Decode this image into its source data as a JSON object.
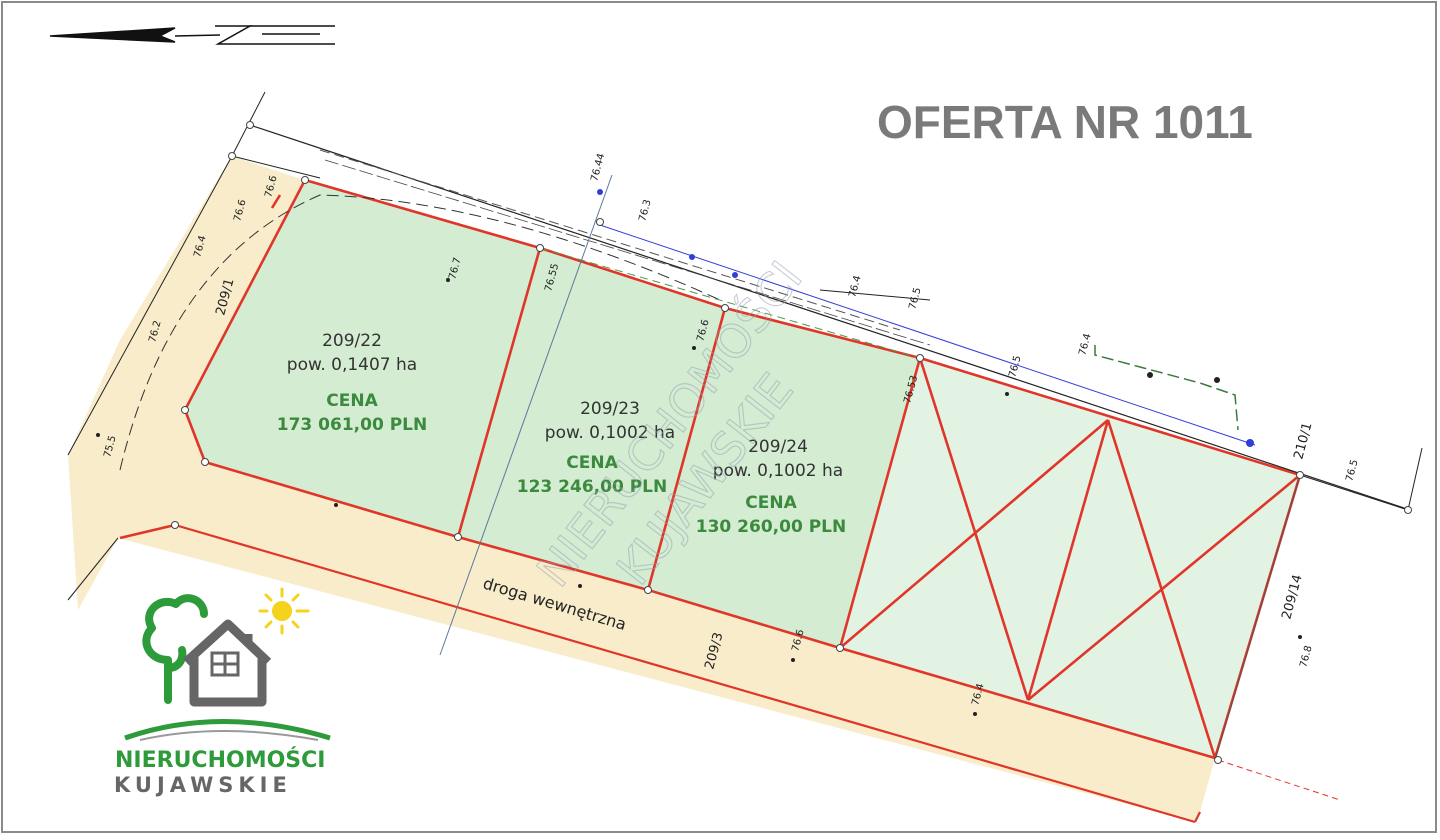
{
  "offer": {
    "title": "OFERTA NR 1011"
  },
  "colors": {
    "plot_fill": "#d3ecd2",
    "plot_fill_light": "#e3f3e3",
    "road_fill": "#f8eccb",
    "boundary": "#e0362a",
    "price_text": "#3b8a3e",
    "title_text": "#7a7a7a",
    "logo_green": "#2e9b3b",
    "logo_gray": "#666666",
    "sun": "#f5d21c"
  },
  "plots": [
    {
      "id": "209/22",
      "area": "pow. 0,1407 ha",
      "price_label": "CENA",
      "price": "173 061,00 PLN"
    },
    {
      "id": "209/23",
      "area": "pow. 0,1002 ha",
      "price_label": "CENA",
      "price": "123 246,00 PLN"
    },
    {
      "id": "209/24",
      "area": "pow. 0,1002 ha",
      "price_label": "CENA",
      "price": "130 260,00 PLN"
    }
  ],
  "parcel_labels": [
    "209/1",
    "209/3",
    "209/14",
    "210/1"
  ],
  "road": {
    "label": "droga wewnętrzna"
  },
  "survey_heights": [
    "76.6",
    "76.4",
    "76.2",
    "75.5",
    "76.7",
    "76.6",
    "76.6",
    "76.4",
    "76.5",
    "76.8",
    "76.4",
    "76.53",
    "76.55",
    "76.44",
    "76.3",
    "76.5",
    "76.4",
    "76.6",
    "76.5"
  ],
  "watermark": {
    "line1": "NIERUCHOMOŚCI",
    "line2": "KUJAWSKIE"
  },
  "logo": {
    "name": "NIERUCHOMOŚCI",
    "subname": "KUJAWSKIE"
  }
}
